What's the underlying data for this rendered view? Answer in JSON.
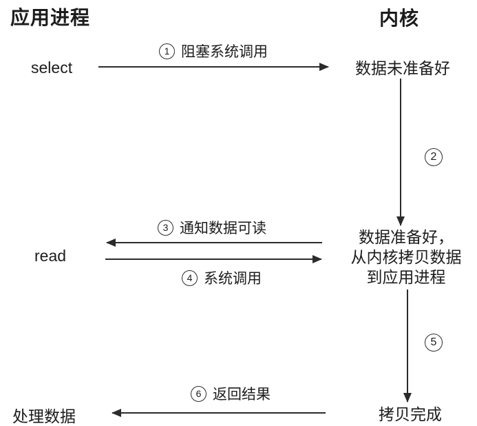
{
  "diagram": {
    "title_left": "应用进程",
    "title_right": "内核",
    "left_nodes": {
      "select": "select",
      "read": "read",
      "process_data": "处理数据"
    },
    "right_nodes": {
      "data_not_ready": "数据未准备好",
      "data_ready_line1": "数据准备好，",
      "data_ready_line2": "从内核拷贝数据",
      "data_ready_line3": "到应用进程",
      "copy_done": "拷贝完成"
    },
    "steps": {
      "s1": {
        "num": "1",
        "label": "阻塞系统调用"
      },
      "s2": {
        "num": "2"
      },
      "s3": {
        "num": "3",
        "label": "通知数据可读"
      },
      "s4": {
        "num": "4",
        "label": "系统调用"
      },
      "s5": {
        "num": "5"
      },
      "s6": {
        "num": "6",
        "label": "返回结果"
      }
    },
    "colors": {
      "stroke": "#2b2b2b",
      "text": "#1c1c1c",
      "background": "#ffffff"
    }
  }
}
